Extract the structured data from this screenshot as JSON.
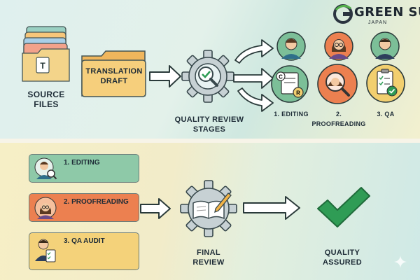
{
  "brand": {
    "name": "GREEN SUN",
    "sub": "JAPAN"
  },
  "top": {
    "source_files": "SOURCE FILES",
    "translation_draft": "TRANSLATION DRAFT",
    "quality_review": "QUALITY REVIEW STAGES",
    "roles": [
      "1. EDITING",
      "2. PROOFREADING",
      "3. QA"
    ]
  },
  "bottom": {
    "stages": [
      "1. EDITING",
      "2. PROOFREADING",
      "3. QA AUDIT"
    ],
    "final_review": "FINAL REVIEW",
    "quality_assured": "QUALITY ASSURED"
  },
  "colors": {
    "editing": "#7cbf98",
    "proofreading": "#ec8050",
    "qa": "#f2cf6f",
    "check": "#2f9c55"
  }
}
